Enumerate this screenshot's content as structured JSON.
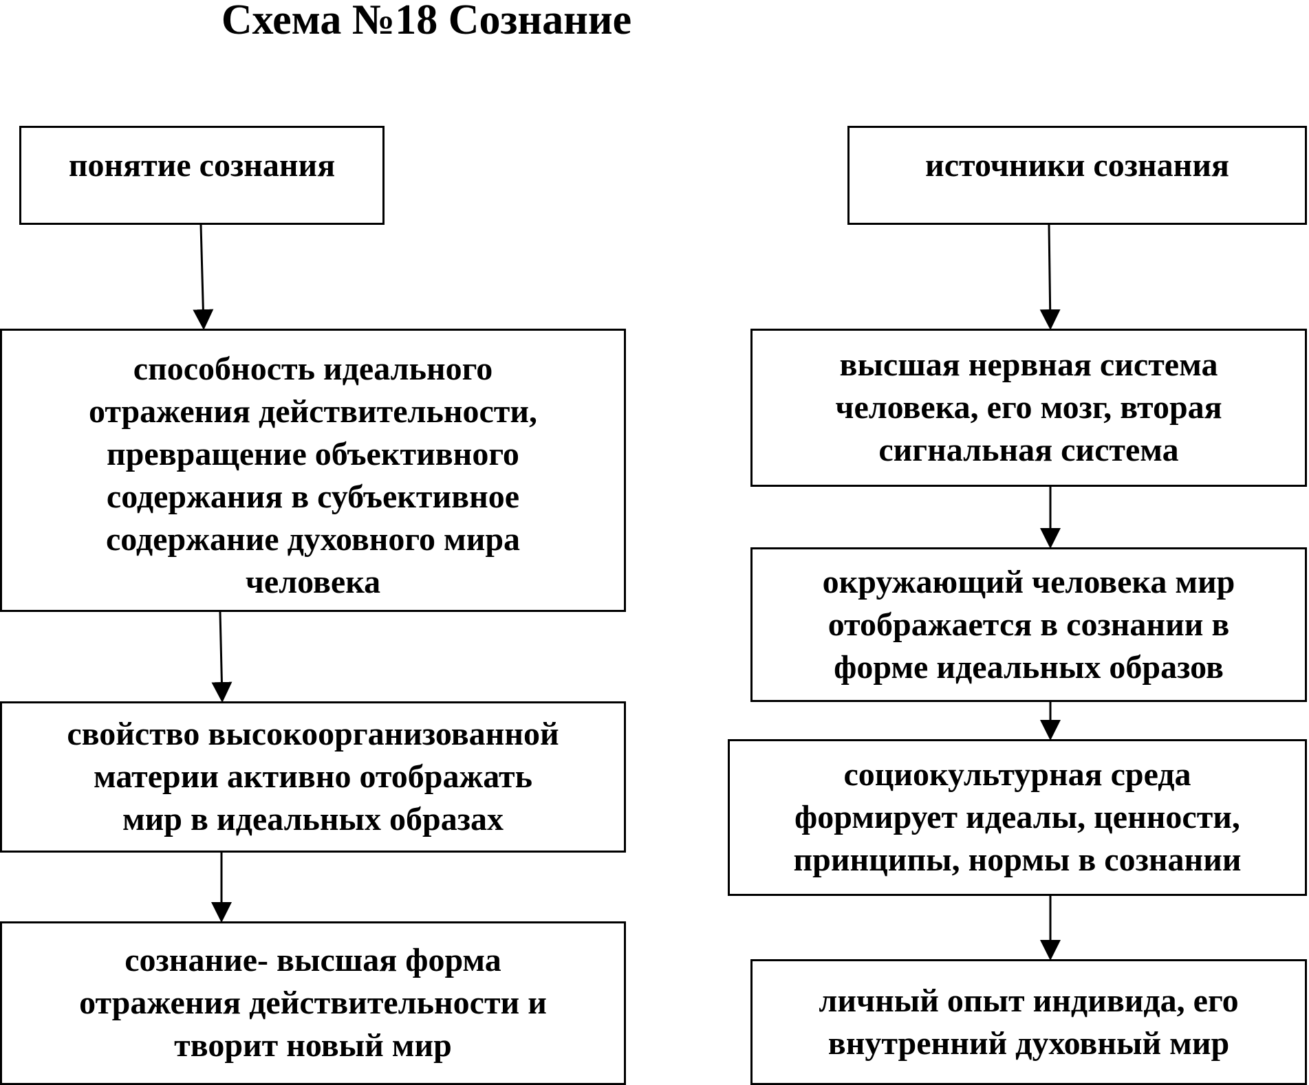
{
  "title": "Схема №18 Сознание",
  "left_column": {
    "header": "понятие сознания",
    "items": [
      "способность  идеального\nотражения действительности,\nпревращение объективного\nсодержания в субъективное\nсодержание духовного мира\nчеловека",
      "свойство высокоорганизованной\nматерии активно отображать\nмир в идеальных образах",
      "сознание- высшая форма\nотражения действительности  и\nтворит новый мир"
    ]
  },
  "right_column": {
    "header": "источники сознания",
    "items": [
      "высшая нервная система\nчеловека, его мозг, вторая\nсигнальная система",
      "окружающий человека мир\nотображается в сознании в\nформе идеальных образов",
      "социокультурная среда\nформирует идеалы, ценности,\nпринципы, нормы  в сознании",
      "личный опыт индивида, его\nвнутренний духовный мир"
    ]
  }
}
